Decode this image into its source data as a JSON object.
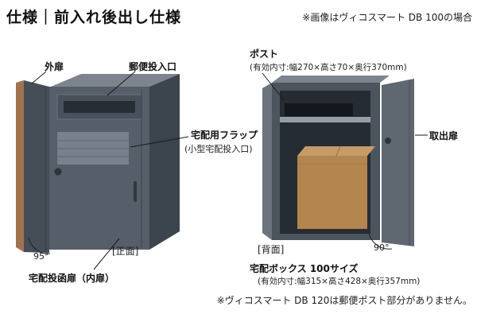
{
  "header": {
    "title": "仕様｜前入れ後出し仕様",
    "note": "※画像はヴィコスマート DB 100の場合"
  },
  "front_view": {
    "label_outer_door": "外扉",
    "label_mail_slot": "郵便投入口",
    "label_flap": "宅配用フラップ",
    "label_flap_sub": "(小型宅配投入口)",
    "angle": "95°",
    "caption": "[正面]",
    "label_inner_door": "宅配投函扉（内扉）"
  },
  "back_view": {
    "label_post": "ポスト",
    "label_post_dims": "(有効内寸:幅270×高さ70×奥行370mm)",
    "label_takeout_door": "取出扉",
    "angle": "90°",
    "caption": "[背面]",
    "label_box_size": "宅配ボックス 100サイズ",
    "label_box_dims": "(有効内寸:幅315×高さ428×奥行357mm)"
  },
  "footer": {
    "note": "※ヴィコスマート DB 120は郵便ポスト部分がありません。"
  },
  "colors": {
    "body_front": "#555e69",
    "body_side": "#3c444e",
    "body_top": "#7d848d",
    "interior": "#262c33",
    "cardboard": "#b3854f",
    "wood_edge": "#a0744e",
    "shelf": "#959da6"
  }
}
